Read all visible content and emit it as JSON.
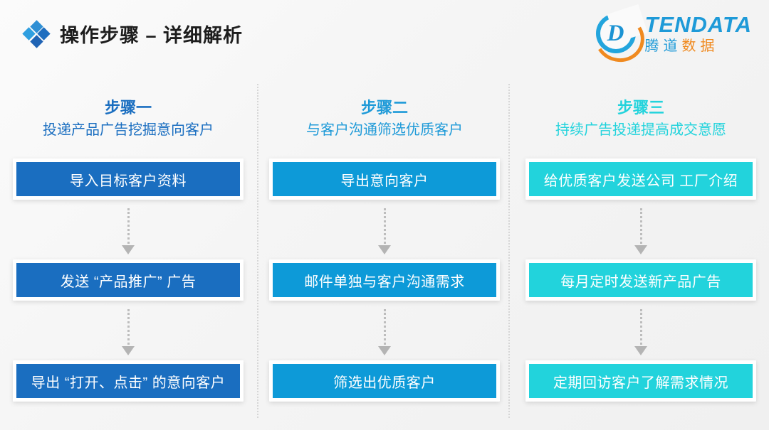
{
  "header": {
    "title": "操作步骤 – 详细解析",
    "diamond_icon": "diamond-cluster-icon",
    "logo": {
      "mark_letter": "D",
      "name_en": "TENDATA",
      "name_cn_blue": "腾道",
      "name_cn_orange": "数据"
    }
  },
  "colors": {
    "step1": "#1a6ec0",
    "step2": "#0d9ad8",
    "step3": "#22d3dc",
    "step1_text": "#1a6ec0",
    "step2_text": "#1e9ad8",
    "step3_text": "#22d3dc",
    "background": "#f5f5f5",
    "connector": "#bdbdbd",
    "divider": "#d6d6d6"
  },
  "columns": [
    {
      "step_label": "步骤一",
      "subtitle": "投递产品广告挖掘意向客户",
      "nodes": [
        "导入目标客户资料",
        "发送 “产品推广” 广告",
        "导出 “打开、点击” 的意向客户"
      ]
    },
    {
      "step_label": "步骤二",
      "subtitle": "与客户沟通筛选优质客户",
      "nodes": [
        "导出意向客户",
        "邮件单独与客户沟通需求",
        "筛选出优质客户"
      ]
    },
    {
      "step_label": "步骤三",
      "subtitle": "持续广告投递提高成交意愿",
      "nodes": [
        "给优质客户发送公司 工厂介绍",
        "每月定时发送新产品广告",
        "定期回访客户了解需求情况"
      ]
    }
  ]
}
